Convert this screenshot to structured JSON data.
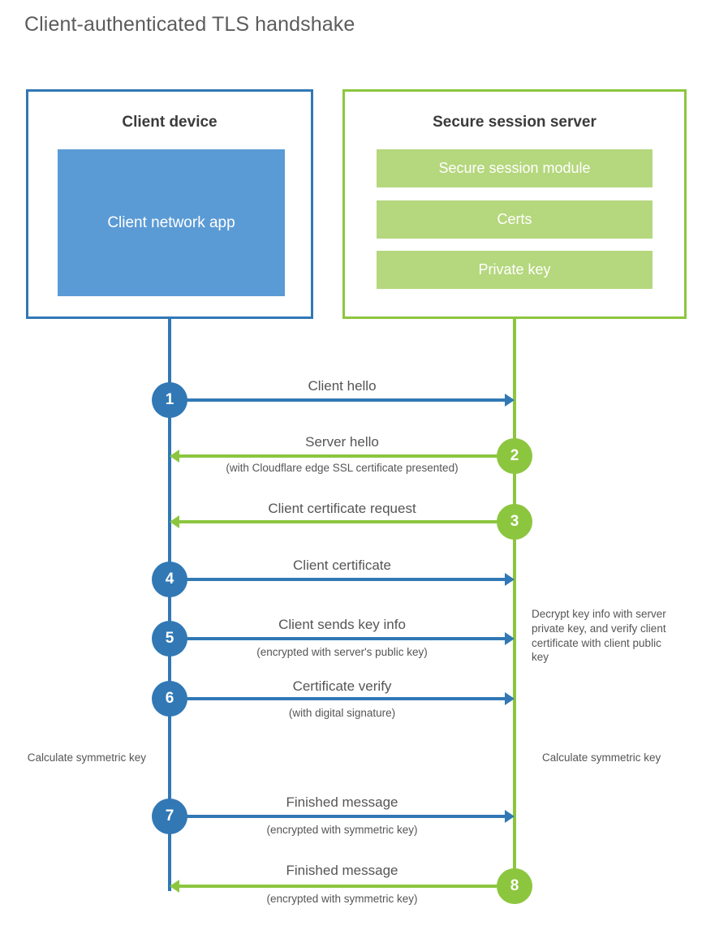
{
  "title": "Client-authenticated TLS handshake",
  "colors": {
    "client_blue": "#3178b5",
    "client_app_fill": "#5b9bd5",
    "server_green": "#8cc63f",
    "server_block_fill": "#b5d77d",
    "text": "#555555",
    "background": "#ffffff"
  },
  "actors": {
    "client": {
      "title": "Client device",
      "blocks": [
        "Client network app"
      ]
    },
    "server": {
      "title": "Secure session server",
      "blocks": [
        "Secure session module",
        "Certs",
        "Private key"
      ]
    }
  },
  "steps": [
    {
      "number": "1",
      "label": "Client hello",
      "sublabel": "",
      "direction": "client-to-server",
      "color": "blue"
    },
    {
      "number": "2",
      "label": "Server hello",
      "sublabel": "(with Cloudflare edge SSL certificate presented)",
      "direction": "server-to-client",
      "color": "green"
    },
    {
      "number": "3",
      "label": "Client certificate request",
      "sublabel": "",
      "direction": "server-to-client",
      "color": "green"
    },
    {
      "number": "4",
      "label": "Client certificate",
      "sublabel": "",
      "direction": "client-to-server",
      "color": "blue"
    },
    {
      "number": "5",
      "label": "Client sends key info",
      "sublabel": "(encrypted with server's public key)",
      "direction": "client-to-server",
      "color": "blue"
    },
    {
      "number": "6",
      "label": "Certificate verify",
      "sublabel": "(with digital signature)",
      "direction": "client-to-server",
      "color": "blue"
    },
    {
      "number": "7",
      "label": "Finished message",
      "sublabel": "(encrypted with symmetric key)",
      "direction": "client-to-server",
      "color": "blue"
    },
    {
      "number": "8",
      "label": "Finished message",
      "sublabel": "(encrypted with symmetric key)",
      "direction": "server-to-client",
      "color": "green"
    }
  ],
  "notes": {
    "server_decrypt": "Decrypt key info with server private key, and verify client certificate with client public key",
    "client_calculate": "Calculate symmetric key",
    "server_calculate": "Calculate symmetric key"
  }
}
